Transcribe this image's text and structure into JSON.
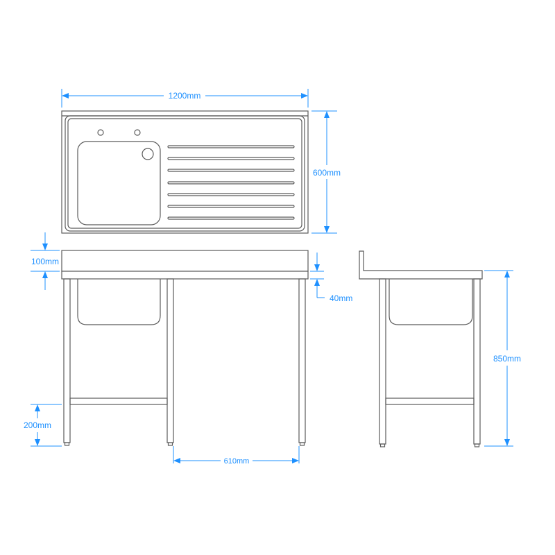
{
  "dimensions": {
    "width": "1200mm",
    "depth": "600mm",
    "upstand": "100mm",
    "top_thickness": "40mm",
    "undershelf_height": "200mm",
    "leg_spacing": "610mm",
    "height": "850mm"
  },
  "colors": {
    "dimension": "#1e90ff",
    "outline": "#5a5a5a"
  }
}
